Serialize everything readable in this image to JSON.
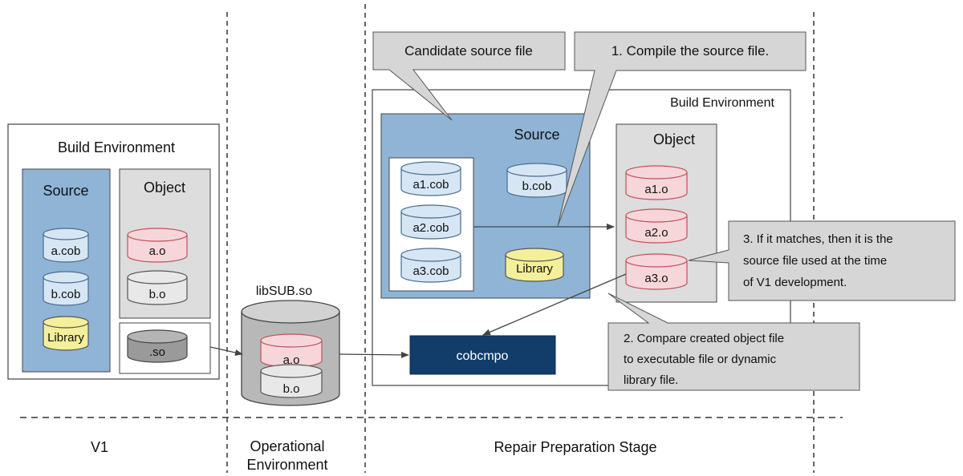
{
  "left_panel": {
    "title": "Build Environment",
    "source_label": "Source",
    "object_label": "Object",
    "source_files": [
      "a.cob",
      "b.cob"
    ],
    "library": "Library",
    "object_files": [
      "a.o",
      "b.o"
    ],
    "so_label": ".so"
  },
  "operational": {
    "libname": "libSUB.so",
    "files": [
      "a.o",
      "b.o"
    ]
  },
  "right_panel": {
    "title": "Build Environment",
    "source_label": "Source",
    "object_label": "Object",
    "candidates": [
      "a1.cob",
      "a2.cob",
      "a3.cob"
    ],
    "other_source": "b.cob",
    "library": "Library",
    "object_files": [
      "a1.o",
      "a2.o",
      "a3.o"
    ],
    "tool": "cobcmpo"
  },
  "callouts": {
    "candidate": "Candidate source file",
    "step1": "1. Compile the source file.",
    "step2": [
      "2. Compare created object file",
      "to executable file or dynamic",
      "library file."
    ],
    "step3": [
      "3. If it matches, then it is the",
      "source file used at the time",
      "of V1 development."
    ]
  },
  "stages": {
    "v1": "V1",
    "operational": [
      "Operational",
      "Environment"
    ],
    "repair": "Repair Preparation Stage"
  },
  "colors": {
    "source_blue": "#8fb4d6",
    "cylinder_blue": "#d6e6f5",
    "cylinder_red": "#f6d6d9",
    "cylinder_red_stroke": "#c0505a",
    "library_yellow": "#f4ef9a",
    "object_gray": "#dddddd",
    "so_gray": "#9a9a9a",
    "tool_navy": "#123c6a",
    "callout_gray": "#d6d6d6"
  }
}
